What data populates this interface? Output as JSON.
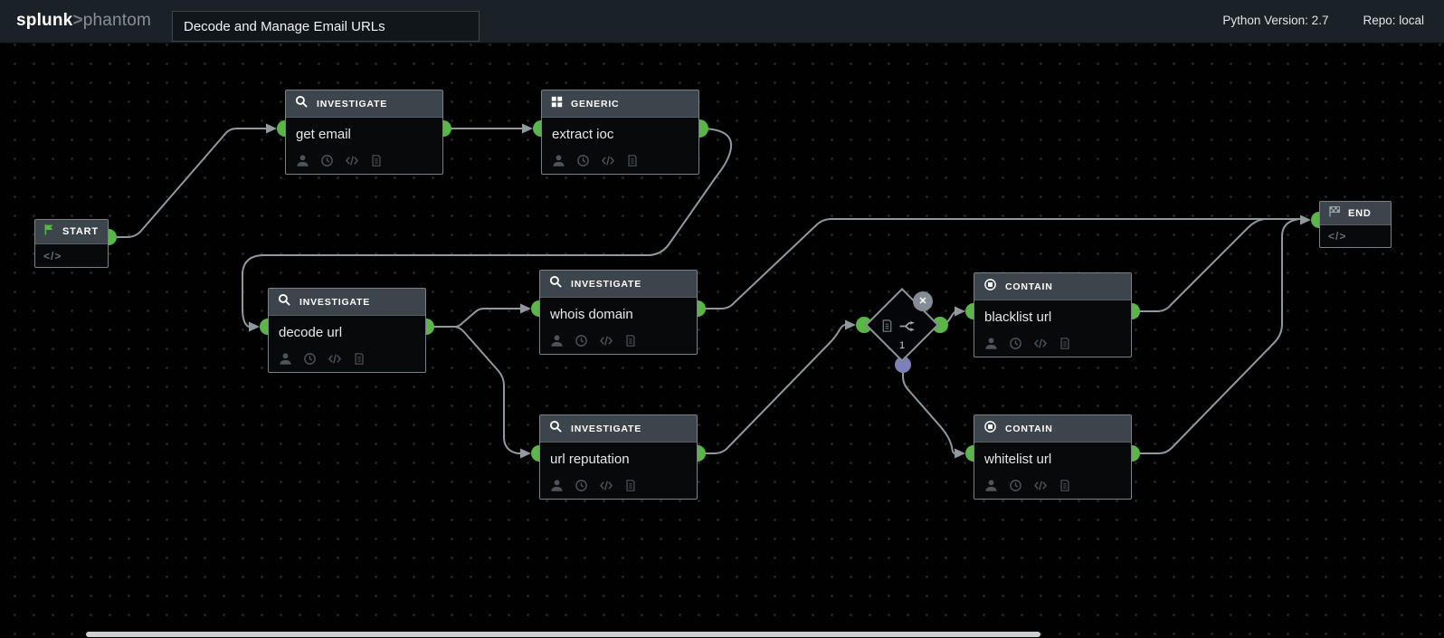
{
  "header": {
    "logo": {
      "brand": "splunk",
      "sep": ">",
      "product": "phantom"
    },
    "playbook_name": "Decode and Manage Email URLs",
    "python_version": "Python Version: 2.7",
    "repo": "Repo: local"
  },
  "canvas": {
    "start": {
      "label": "START",
      "code_glyph": "</>"
    },
    "end": {
      "label": "END",
      "code_glyph": "</>"
    },
    "nodes": [
      {
        "id": "get-email",
        "type_label": "INVESTIGATE",
        "title": "get email"
      },
      {
        "id": "extract-ioc",
        "type_label": "GENERIC",
        "title": "extract ioc"
      },
      {
        "id": "decode-url",
        "type_label": "INVESTIGATE",
        "title": "decode url"
      },
      {
        "id": "whois-domain",
        "type_label": "INVESTIGATE",
        "title": "whois domain"
      },
      {
        "id": "url-reputation",
        "type_label": "INVESTIGATE",
        "title": "url reputation"
      },
      {
        "id": "blacklist-url",
        "type_label": "CONTAIN",
        "title": "blacklist url"
      },
      {
        "id": "whitelist-url",
        "type_label": "CONTAIN",
        "title": "whitelist url"
      }
    ],
    "decision": {
      "branch_count": "1",
      "close_glyph": "✕"
    },
    "edges": [
      {
        "from": "start",
        "to": "get-email"
      },
      {
        "from": "get-email",
        "to": "extract-ioc"
      },
      {
        "from": "extract-ioc",
        "to": "decode-url"
      },
      {
        "from": "decode-url",
        "to": "whois-domain"
      },
      {
        "from": "decode-url",
        "to": "url-reputation"
      },
      {
        "from": "whois-domain",
        "to": "end"
      },
      {
        "from": "url-reputation",
        "to": "decision-1"
      },
      {
        "from": "decision-1",
        "to": "blacklist-url"
      },
      {
        "from": "decision-1",
        "to": "whitelist-url"
      },
      {
        "from": "blacklist-url",
        "to": "end"
      },
      {
        "from": "whitelist-url",
        "to": "end"
      }
    ],
    "icons": {
      "investigate": "magnifier-icon",
      "generic": "grid-icon",
      "contain": "record-circle-icon",
      "start": "green-flag-icon",
      "end": "checkered-flag-icon",
      "node_footer": [
        "user-icon",
        "clock-icon",
        "code-icon",
        "document-icon"
      ],
      "decision": [
        "document-icon",
        "branch-icon",
        "close-icon"
      ]
    },
    "colors": {
      "port_green": "#5bb648",
      "port_purple": "#7e81b8",
      "wire": "#9199a0",
      "node_header_bg": "#3d454c",
      "node_body_bg": "#07090b",
      "topbar_bg": "#1a2127",
      "canvas_bg": "#010101"
    }
  }
}
